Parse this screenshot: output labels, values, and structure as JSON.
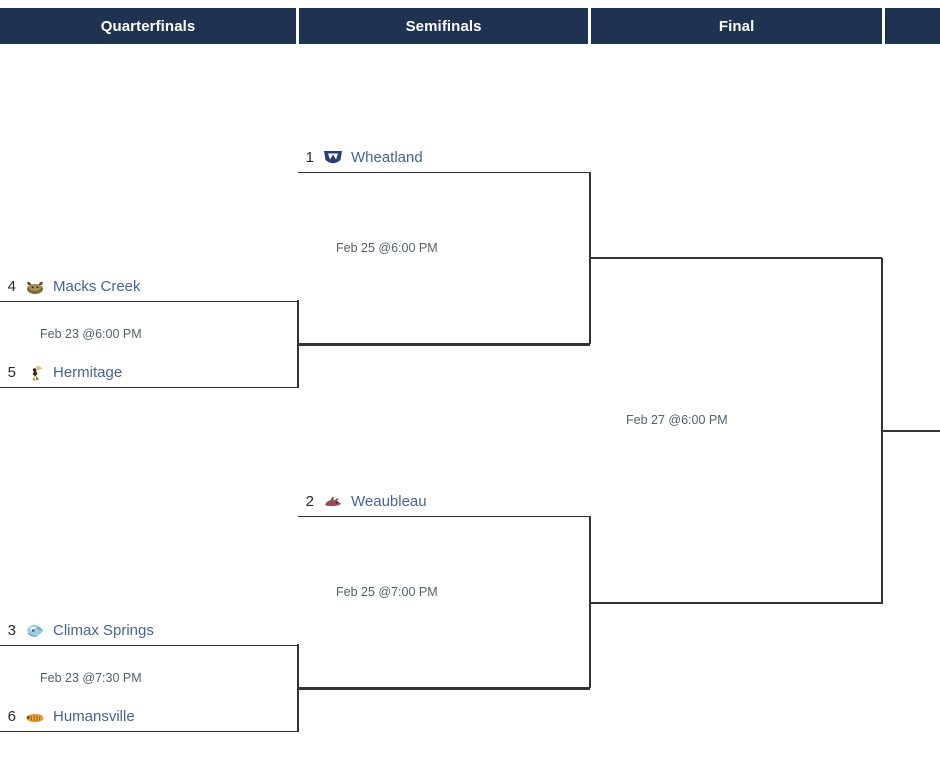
{
  "header": {
    "rounds": [
      {
        "label": "Quarterfinals"
      },
      {
        "label": "Semifinals"
      },
      {
        "label": "Final"
      },
      {
        "label": ""
      }
    ],
    "background_color": "#1f3252",
    "text_color": "#ffffff"
  },
  "theme": {
    "team_link_color": "#466492",
    "seed_color": "#2b2b2b",
    "date_color": "#55606b",
    "line_color": "#333333",
    "page_background": "#ffffff"
  },
  "bracket": {
    "quarterfinals": [
      {
        "game_id": "qf-1",
        "date": "Feb 23 @6:00 PM",
        "teams": [
          {
            "seed": "4",
            "name": "Macks Creek",
            "logo": "macks-creek-logo",
            "logo_color": "#8a7a3a"
          },
          {
            "seed": "5",
            "name": "Hermitage",
            "logo": "hermitage-logo",
            "logo_color": "#cfae4a"
          }
        ]
      },
      {
        "game_id": "qf-2",
        "date": "Feb 23 @7:30 PM",
        "teams": [
          {
            "seed": "3",
            "name": "Climax Springs",
            "logo": "climax-springs-logo",
            "logo_color": "#8fc6e4"
          },
          {
            "seed": "6",
            "name": "Humansville",
            "logo": "humansville-logo",
            "logo_color": "#e08a22"
          }
        ]
      }
    ],
    "semifinals": [
      {
        "game_id": "sf-1",
        "date": "Feb 25 @6:00 PM",
        "teams": [
          {
            "seed": "1",
            "name": "Wheatland",
            "logo": "wheatland-logo",
            "logo_color": "#24407a"
          },
          {
            "seed": "",
            "name": "",
            "logo": "",
            "logo_color": ""
          }
        ]
      },
      {
        "game_id": "sf-2",
        "date": "Feb 25 @7:00 PM",
        "teams": [
          {
            "seed": "2",
            "name": "Weaubleau",
            "logo": "weaubleau-logo",
            "logo_color": "#9b4a55"
          },
          {
            "seed": "",
            "name": "",
            "logo": "",
            "logo_color": ""
          }
        ]
      }
    ],
    "final": [
      {
        "game_id": "final-1",
        "date": "Feb 27 @6:00 PM",
        "teams": [
          {
            "seed": "",
            "name": "",
            "logo": "",
            "logo_color": ""
          },
          {
            "seed": "",
            "name": "",
            "logo": "",
            "logo_color": ""
          }
        ]
      }
    ]
  }
}
